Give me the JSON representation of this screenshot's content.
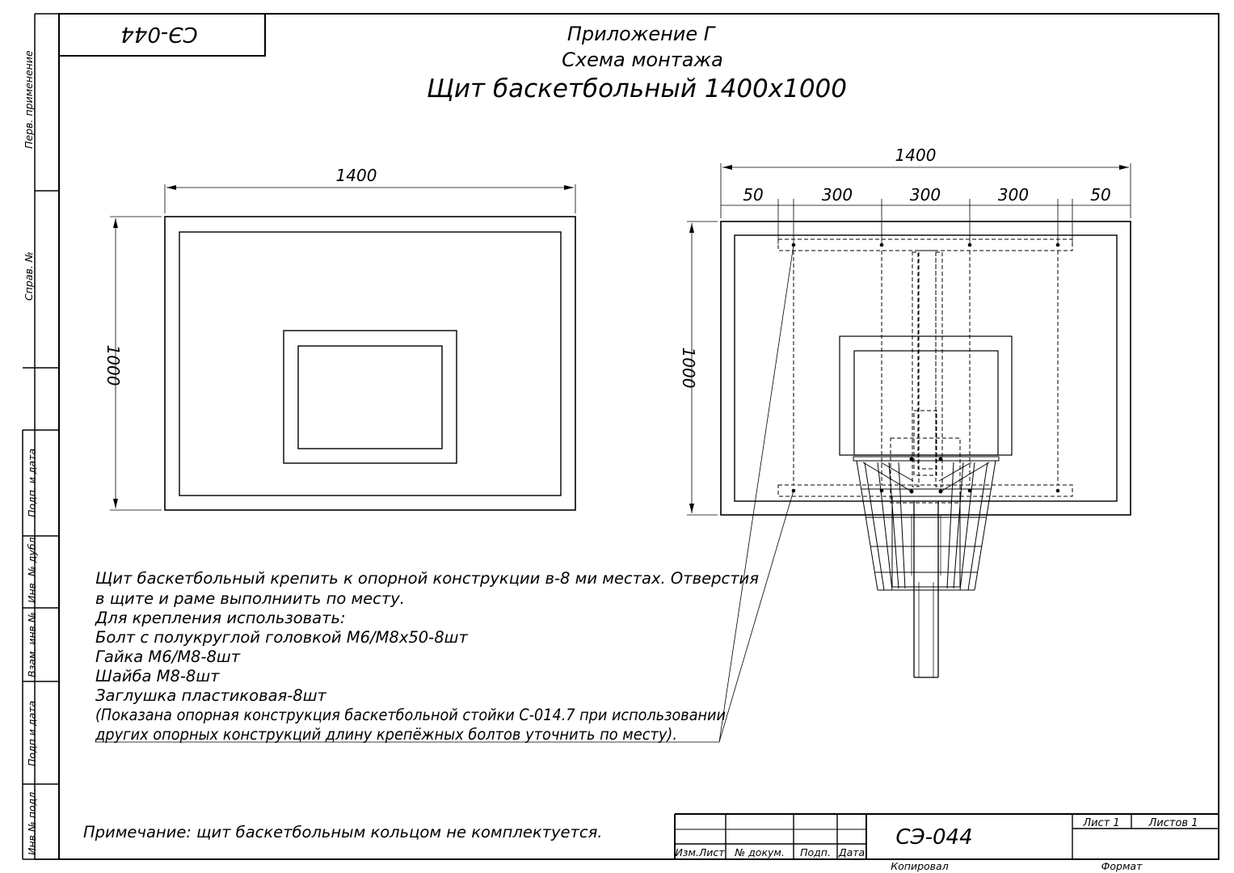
{
  "stamp_code": "СЭ-044",
  "header": {
    "line1": "Приложение Г",
    "line2": "Схема монтажа",
    "line3": "Щит баскетбольный 1400х1000"
  },
  "side_strip": {
    "perv_primenenie": "Перв. применение",
    "sprav_no": "Справ. №",
    "podp_data_1": "Подп. и дата",
    "inv_dubl": "Инв. № дубл.",
    "vzam_inv": "Взам. инв.№",
    "podp_data_2": "Подп и дата",
    "inv_podl": "Инв.№ подл."
  },
  "left_view": {
    "dim_width": "1400",
    "dim_height": "1000"
  },
  "right_view": {
    "dim_width": "1400",
    "dim_height": "1000",
    "seg_1": "50",
    "seg_2": "300",
    "seg_3": "300",
    "seg_4": "300",
    "seg_5": "50"
  },
  "notes": {
    "line1": "Щит баскетбольный крепить к опорной конструкции в-8 ми местах. Отверстия",
    "line2": "в щите и раме выполниить по месту.",
    "line3": "Для крепления использовать:",
    "line4": "Болт с полукруглой головкой М6/М8х50-8шт",
    "line5": "Гайка М6/М8-8шт",
    "line6": "Шайба М8-8шт",
    "line7": "Заглушка пластиковая-8шт",
    "line8": "(Показана опорная конструкция баскетбольной стойки С-014.7 при использовании",
    "line9": "других опорных конструкций длину крепёжных болтов уточнить по месту)."
  },
  "remark": "Примечание: щит баскетбольным кольцом не комплектуется.",
  "title_block": {
    "izm_list": "Изм.Лист",
    "no_dokum": "№ докум.",
    "podp": "Подп.",
    "data": "Дата",
    "code": "СЭ-044",
    "list": "Лист 1",
    "listov": "Листов 1",
    "kopiroval": "Копировал",
    "format": "Формат"
  }
}
